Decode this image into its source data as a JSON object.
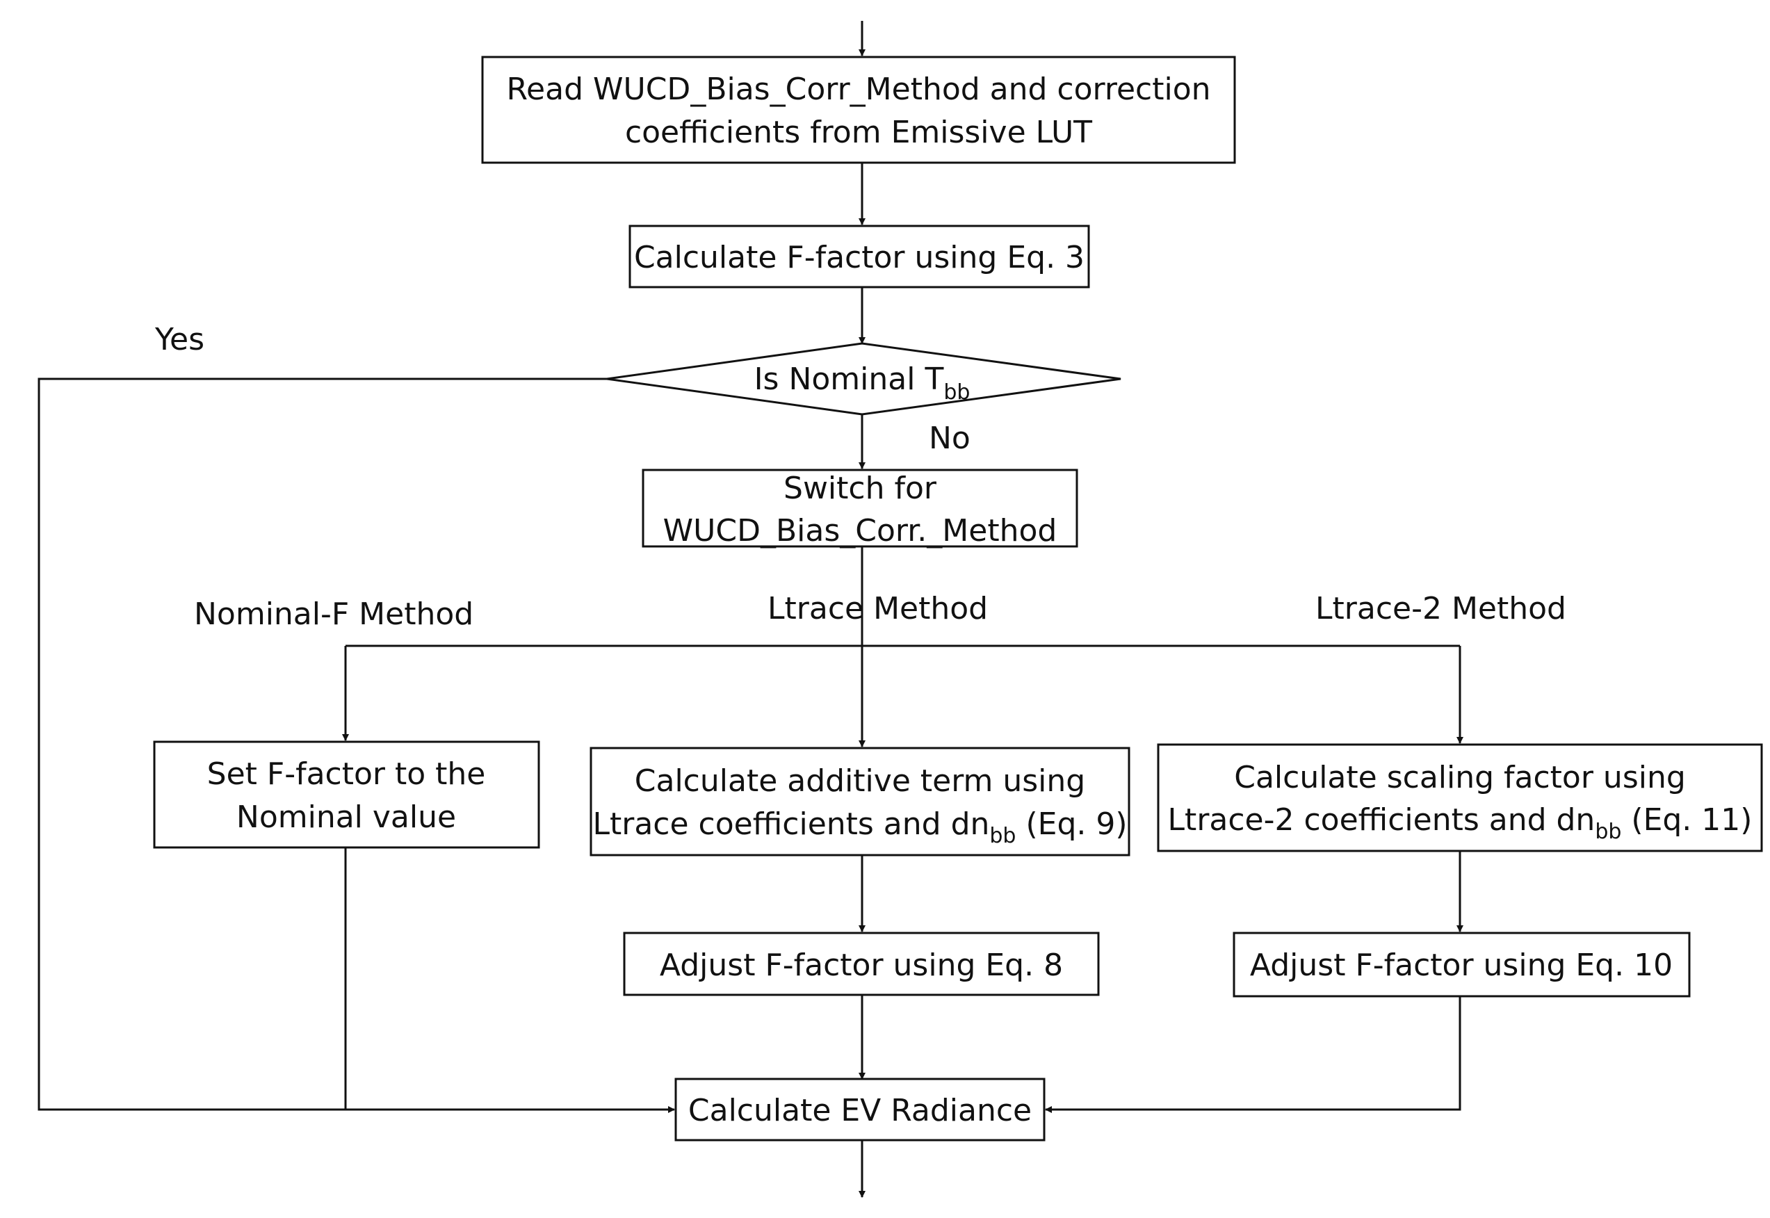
{
  "nodes": {
    "read_lut": {
      "line1": "Read WUCD_Bias_Corr_Method and correction",
      "line2": "coefficients from Emissive LUT"
    },
    "calc_f": {
      "text": "Calculate F-factor using Eq. 3"
    },
    "decision": {
      "text": "Is Nominal T",
      "sub": "bb"
    },
    "switch": {
      "line1": "Switch for",
      "line2": "WUCD_Bias_Corr._Method"
    },
    "set_nominal": {
      "line1": "Set F-factor to the",
      "line2": "Nominal value"
    },
    "calc_additive": {
      "line1": "Calculate additive term using",
      "line2_pre": "Ltrace coefficients and dn",
      "line2_sub": "bb",
      "line2_post": " (Eq. 9)"
    },
    "calc_scaling": {
      "line1": "Calculate scaling factor using",
      "line2_pre": "Ltrace-2  coefficients and dn",
      "line2_sub": "bb",
      "line2_post": " (Eq. 11)"
    },
    "adjust_eq8": {
      "text": "Adjust F-factor using Eq. 8"
    },
    "adjust_eq10": {
      "text": "Adjust F-factor using Eq. 10"
    },
    "calc_ev": {
      "text": "Calculate EV Radiance"
    }
  },
  "labels": {
    "yes": "Yes",
    "no": "No",
    "nominal_f_method": "Nominal-F Method",
    "ltrace_method": "Ltrace Method",
    "ltrace2_method": "Ltrace-2 Method"
  },
  "colors": {
    "stroke": "#111111",
    "background": "#ffffff"
  }
}
